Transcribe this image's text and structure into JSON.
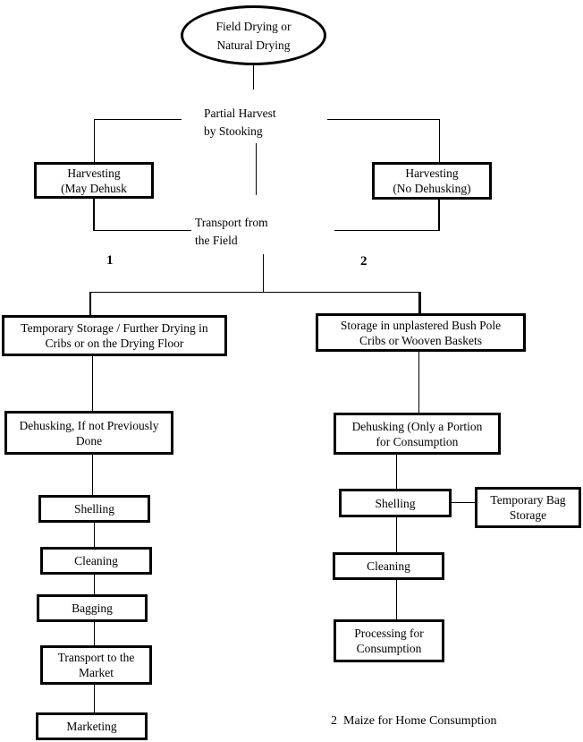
{
  "nodes": {
    "field_drying": {
      "label": "Field Drying or\nNatural Drying"
    },
    "partial_harvest": {
      "label": "Partial Harvest\nby Stooking"
    },
    "harvest_left": {
      "label": "Harvesting\n(May Dehusk"
    },
    "harvest_right": {
      "label": "Harvesting\n(No Dehusking)"
    },
    "transport_field": {
      "label": "Transport from\nthe Field"
    },
    "branch1": {
      "label": "1"
    },
    "branch2": {
      "label": "2"
    },
    "temp_storage": {
      "label": "Temporary Storage / Further Drying in\nCribs or on the Drying Floor"
    },
    "storage_unplastered": {
      "label": "Storage in unplastered Bush Pole\nCribs or Wooven Baskets"
    },
    "dehusking_left": {
      "label": "Dehusking, If not Previously\nDone"
    },
    "dehusking_right": {
      "label": "Dehusking (Only a Portion\nfor Consumption"
    },
    "shelling_left": {
      "label": "Shelling"
    },
    "shelling_right": {
      "label": "Shelling"
    },
    "temp_bag_storage": {
      "label": "Temporary Bag\nStorage"
    },
    "cleaning_left": {
      "label": "Cleaning"
    },
    "cleaning_right": {
      "label": "Cleaning"
    },
    "bagging": {
      "label": "Bagging"
    },
    "transport_market": {
      "label": "Transport to the\nMarket"
    },
    "marketing": {
      "label": "Marketing"
    },
    "processing": {
      "label": "Processing for\nConsumption"
    }
  },
  "footnote": {
    "label": "2  Maize for Home Consumption"
  },
  "colors": {
    "line": "#000000",
    "background": "#ffffff"
  }
}
